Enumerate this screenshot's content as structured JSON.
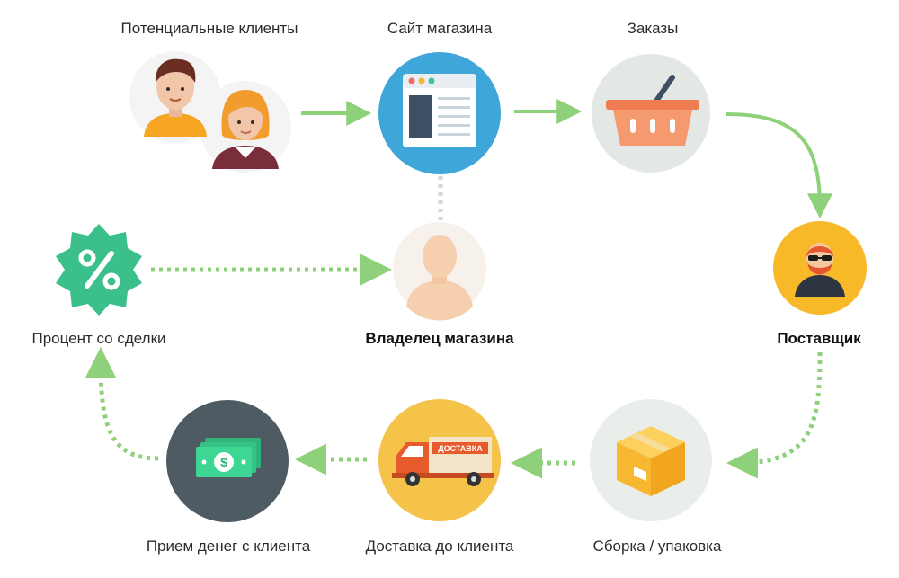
{
  "nodes": {
    "potential_clients": {
      "label": "Потенциальные клиенты",
      "icon": "people-icon"
    },
    "store_site": {
      "label": "Сайт магазина",
      "icon": "website-icon"
    },
    "orders": {
      "label": "Заказы",
      "icon": "basket-icon"
    },
    "supplier": {
      "label": "Поставщик",
      "icon": "supplier-avatar-icon"
    },
    "assembly": {
      "label": "Сборка / упаковка",
      "icon": "box-icon"
    },
    "delivery": {
      "label": "Доставка до клиента",
      "icon": "truck-icon",
      "truck_text": "ДОСТАВКА"
    },
    "payment": {
      "label": "Прием денег с клиента",
      "icon": "money-icon"
    },
    "percent": {
      "label": "Процент со сделки",
      "icon": "percent-badge-icon"
    },
    "owner": {
      "label": "Владелец магазина",
      "icon": "owner-avatar-icon"
    }
  },
  "colors": {
    "arrow": "#8fd17a",
    "connector": "#d5d5d5",
    "site_circle": "#3fa6d9",
    "orders_circle": "#e4e8e4",
    "supplier_circle": "#f8b928",
    "assembly_circle": "#eaeeea",
    "delivery_circle": "#f5c24a",
    "payment_circle": "#4f5b63",
    "percent_badge": "#3cc08b",
    "text": "#2b2b2b"
  }
}
